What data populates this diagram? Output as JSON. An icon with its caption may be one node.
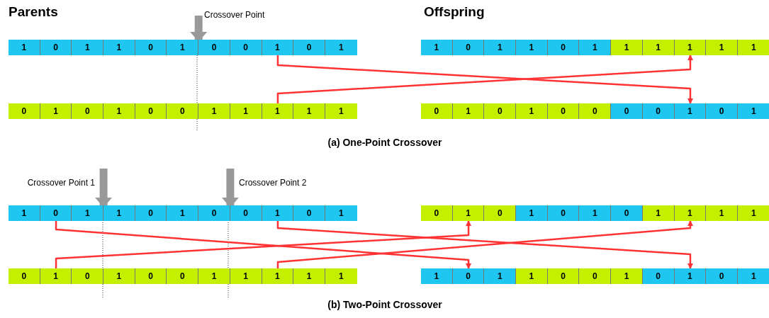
{
  "diagram": {
    "nodes": [
      {
        "text": [
          "Crossover Point"
        ]
      },
      {
        "text": [
          "1",
          "0",
          "1",
          "1",
          "0",
          "1",
          "0",
          "0",
          "1",
          "0",
          "1"
        ]
      },
      {
        "text": [
          "0",
          "1",
          "0",
          "1",
          "0",
          "0",
          "1",
          "1",
          "1",
          "1",
          "1"
        ]
      },
      {
        "text": [
          "1",
          "0",
          "1",
          "1",
          "0",
          "1",
          "1",
          "1",
          "1",
          "1",
          "1"
        ]
      },
      {
        "text": [
          "0",
          "1",
          "0",
          "1",
          "0",
          "0",
          "0",
          "0",
          "1",
          "0",
          "1"
        ]
      },
      {
        "text": [
          "Crossover Point 1"
        ]
      },
      {
        "text": [
          "Crossover Point 2"
        ]
      },
      {
        "text": [
          "1",
          "0",
          "1",
          "1",
          "0",
          "1",
          "0",
          "0",
          "1",
          "0",
          "1"
        ]
      },
      {
        "text": [
          "0",
          "1",
          "0",
          "1",
          "0",
          "0",
          "1",
          "1",
          "1",
          "1",
          "1"
        ]
      },
      {
        "text": [
          "0",
          "1",
          "0",
          "1",
          "0",
          "1",
          "0",
          "1",
          "1",
          "1",
          "1"
        ]
      },
      {
        "text": [
          "1",
          "0",
          "1",
          "1",
          "0",
          "0",
          "1",
          "0",
          "1",
          "0",
          "1"
        ]
      }
    ],
    "edges": [
      {
        "from": 0,
        "to": 1,
        "arrow": "to",
        "style": "thick",
        "color": "#999999"
      },
      {
        "from": 1,
        "to": 4,
        "arrow": "to"
      },
      {
        "from": 2,
        "to": 3,
        "arrow": "to"
      },
      {
        "from": 5,
        "to": 7,
        "arrow": "to",
        "style": "thick",
        "color": "#999999"
      },
      {
        "from": 6,
        "to": 7,
        "arrow": "to",
        "style": "thick",
        "color": "#999999"
      },
      {
        "from": 7,
        "to": 10,
        "arrow": "to"
      },
      {
        "from": 7,
        "to": 10,
        "arrow": "to"
      },
      {
        "from": 8,
        "to": 9,
        "arrow": "to"
      },
      {
        "from": 8,
        "to": 9,
        "arrow": "to"
      }
    ],
    "labels": [
      "Parents",
      "Offspring",
      "(a) One-Point Crossover",
      "(b) Two-Point Crossover"
    ]
  }
}
